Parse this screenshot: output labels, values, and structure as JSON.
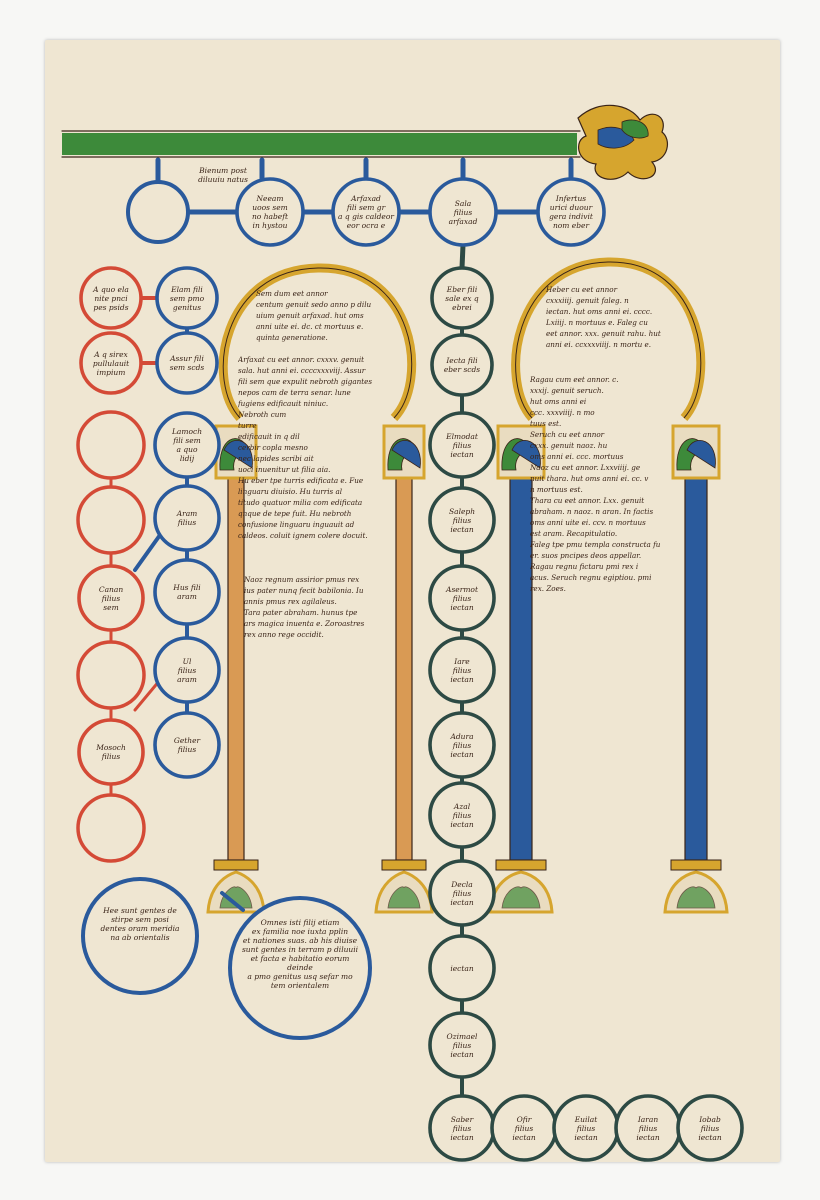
{
  "top_label": "Bienum post\ndiluuiu natus",
  "circles": [
    {
      "id": "neeam",
      "text": "Neeam\nuoos sem\nno habeft\nin hystou",
      "color": "blue"
    },
    {
      "id": "arfaxad",
      "text": "Arfaxad\nfili sem gr\na q gis caldeor\neor ocra e",
      "color": "blue"
    },
    {
      "id": "sala",
      "text": "Sala\nfilius\narfaxad",
      "color": "blue"
    },
    {
      "id": "infertus",
      "text": "Infertus\nurici duour\ngera indivit\nnom eber",
      "color": "blue"
    },
    {
      "id": "aquo",
      "text": "A quo ela\nnite pnci\npes psids",
      "color": "red"
    },
    {
      "id": "elam",
      "text": "Elam fili\nsem pmo\ngenitus",
      "color": "blue"
    },
    {
      "id": "asirex",
      "text": "A q sirex\npullulauit\nimpium",
      "color": "red"
    },
    {
      "id": "assur",
      "text": "Assur fili\nsem scds",
      "color": "blue"
    },
    {
      "id": "lamoch",
      "text": "Lamoch\nfili sem\na quo\nlidij",
      "color": "blue"
    },
    {
      "id": "aram",
      "text": "Aram\nfilius",
      "color": "blue"
    },
    {
      "id": "canan",
      "text": "Canan\nfilius\nsem",
      "color": "red"
    },
    {
      "id": "hus",
      "text": "Hus fili\naram",
      "color": "blue"
    },
    {
      "id": "ul",
      "text": "Ul\nfilius\naram",
      "color": "blue"
    },
    {
      "id": "gether",
      "text": "Gether\nfilius",
      "color": "blue"
    },
    {
      "id": "mosoch",
      "text": "Mosoch\nfilius",
      "color": "red"
    },
    {
      "id": "eber",
      "text": "Eber fili\nsale ex q\nebrei",
      "color": "teal"
    },
    {
      "id": "iectan",
      "text": "Iecta fili\neber scds",
      "color": "teal"
    },
    {
      "id": "elmodat",
      "text": "Elmodat\nfilius\niectan",
      "color": "teal"
    },
    {
      "id": "saleph",
      "text": "Saleph\nfilius\niectan",
      "color": "teal"
    },
    {
      "id": "asermot",
      "text": "Asermot\nfilius\niectan",
      "color": "teal"
    },
    {
      "id": "iare",
      "text": "Iare\nfilius\niectan",
      "color": "teal"
    },
    {
      "id": "aduram",
      "text": "Adura\nfilius\niectan",
      "color": "teal"
    },
    {
      "id": "azal",
      "text": "Azal\nfilius\niectan",
      "color": "teal"
    },
    {
      "id": "decla",
      "text": "Decla\nfilius\niectan",
      "color": "teal"
    },
    {
      "id": "iectan2",
      "text": "iectan",
      "color": "teal"
    },
    {
      "id": "ozimael",
      "text": "Ozimael\nfilius\niectan",
      "color": "teal"
    },
    {
      "id": "saber",
      "text": "Saber\nfilius\niectan",
      "color": "teal"
    },
    {
      "id": "ofir",
      "text": "Ofir\nfilius\niectan",
      "color": "teal"
    },
    {
      "id": "euilat",
      "text": "Euilat\nfilius\niectan",
      "color": "teal"
    },
    {
      "id": "iaran",
      "text": "Iaran\nfilius\niectan",
      "color": "teal"
    },
    {
      "id": "iobab",
      "text": "Iobab\nfilius\niectan",
      "color": "teal"
    }
  ],
  "note_small": "Hee sunt gentes de\nstirpe sem posi\ndentes oram meridia\nna ab orientalis",
  "note_large": "Omnes isti filij etiam\nex familia noe iuxta pplin\net nationes suas. ab his diuise\nsunt gentes in terram p diluuii\net facta e habitatio eorum deinde\na pmo genitus usq sefar mo\ntem orientalem",
  "arch_left_top": "Sem dum eet annor\ncentum genuit sedo anno p dilu\nuium genuit arfaxad. hut oms\nanni uite ei. dc. ct mortuus e.\nquinta generatione.",
  "arch_left_body": "Arfaxat cu eet annor. cxxxv. genuit\nsala. hut anni ei. ccccxxxviij. Assur\nfili sem que expulit nebroth gigantes\nnepos cam de terra senar. lune\nfugiens edificauit niniuc.\nNebroth cum\nturre\nedificauit in q dil\ncerbir copla mesno\nnec lapides scribi ait\nuoci inuenitur ut filia aia.\nHu eber tpe turris edificata e. Fue\nlinguaru diuisio. Hu turris al\ntitudo quatuor milia com edificata\nqnque de tepe fuit. Hu nebroth\nconfusione linguaru inguauit ad\ncaldeos. coluit ignem colere docuit.",
  "arch_left_bottom": "Naoz regnum assirior pmus rex\nius pater nunq fecit babilonia. Iu\nannis pmus rex agilaleus.\nTara pater abraham. hunus tpe\nars magica inuenta e. Zoroastres\nrex anno rege occidit.",
  "arch_right_top": "Heber cu eet annor\ncxxxiiij. genuit faleg. n\niectan. hut oms anni ei. cccc.\nLxiiij. n mortuus e. Faleg cu\neet annor. xxx. genuit rahu. hut\nanni ei. ccxxxviiij. n mortu e.",
  "arch_right_body": "Ragau cum eet annor. c.\nxxxij. genuit seruch.\nhut oms anni ei\nccc. xxxviiij. n mo\ntuus est.\nSeruch cu eet annor\ncxxx. genuit naoz. hu\noms anni ei. ccc. mortuus\nNaoz cu eet annor. Lxxviiij. ge\nnuit thara. hut oms anni ei. cc. v\nn mortuus est.\nThara cu eet annor. Lxx. genuit\nabraham. n naoz. n aran. In factis\noms anni uite ei. ccv. n mortuus\nest aram. Recapitulatio.\nFaleg tpe pmu templa constructa fu\ner. suos pncipes deos appellar.\nRagau regnu fictaru pmi rex i\nacus. Seruch regnu egiptiou. pmi\nrex. Zoes.",
  "colors": {
    "blue": "#2a5a9c",
    "red": "#d44a36",
    "teal": "#2d4a44",
    "green_band": "#3d8a3a",
    "gold": "#d6a52e",
    "ochre": "#d99a54",
    "ink": "#3a2418",
    "parchment": "#efe6d2"
  }
}
